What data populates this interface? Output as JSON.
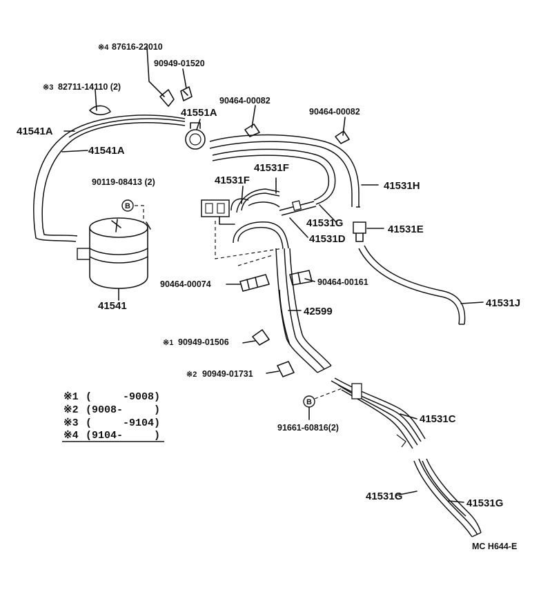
{
  "labels": {
    "p87616": "87616-22010",
    "p90949_01520": "90949-01520",
    "p82711": "82711-14110 (2)",
    "p41551A": "41551A",
    "p90464_00082_a": "90464-00082",
    "p90464_00082_b": "90464-00082",
    "p41541A_1": "41541A",
    "p41541A_2": "41541A",
    "p90119": "90119-08413 (2)",
    "p41531F_1": "41531F",
    "p41531F_2": "41531F",
    "p41531H": "41531H",
    "p41531G_1": "41531G",
    "p41531E": "41531E",
    "p41531D": "41531D",
    "p41541": "41541",
    "p90464_00074": "90464-00074",
    "p90464_00161": "90464-00161",
    "p41531J": "41531J",
    "p42599": "42599",
    "p90949_01506": "90949-01506",
    "p90949_01731": "90949-01731",
    "p91661": "91661-60816(2)",
    "p41531C": "41531C",
    "p41531G_2": "41531G",
    "p41531G_3": "41531G",
    "code": "MC H644-E"
  },
  "marks": {
    "m1": "※1",
    "m2": "※2",
    "m3": "※3",
    "m4": "※4",
    "b1": "B",
    "b2": "B"
  },
  "legend": [
    {
      "mark": "※1",
      "range": "(     -9008)"
    },
    {
      "mark": "※2",
      "range": "(9008-     )"
    },
    {
      "mark": "※3",
      "range": "(     -9104)"
    },
    {
      "mark": "※4",
      "range": "(9104-     )"
    }
  ]
}
